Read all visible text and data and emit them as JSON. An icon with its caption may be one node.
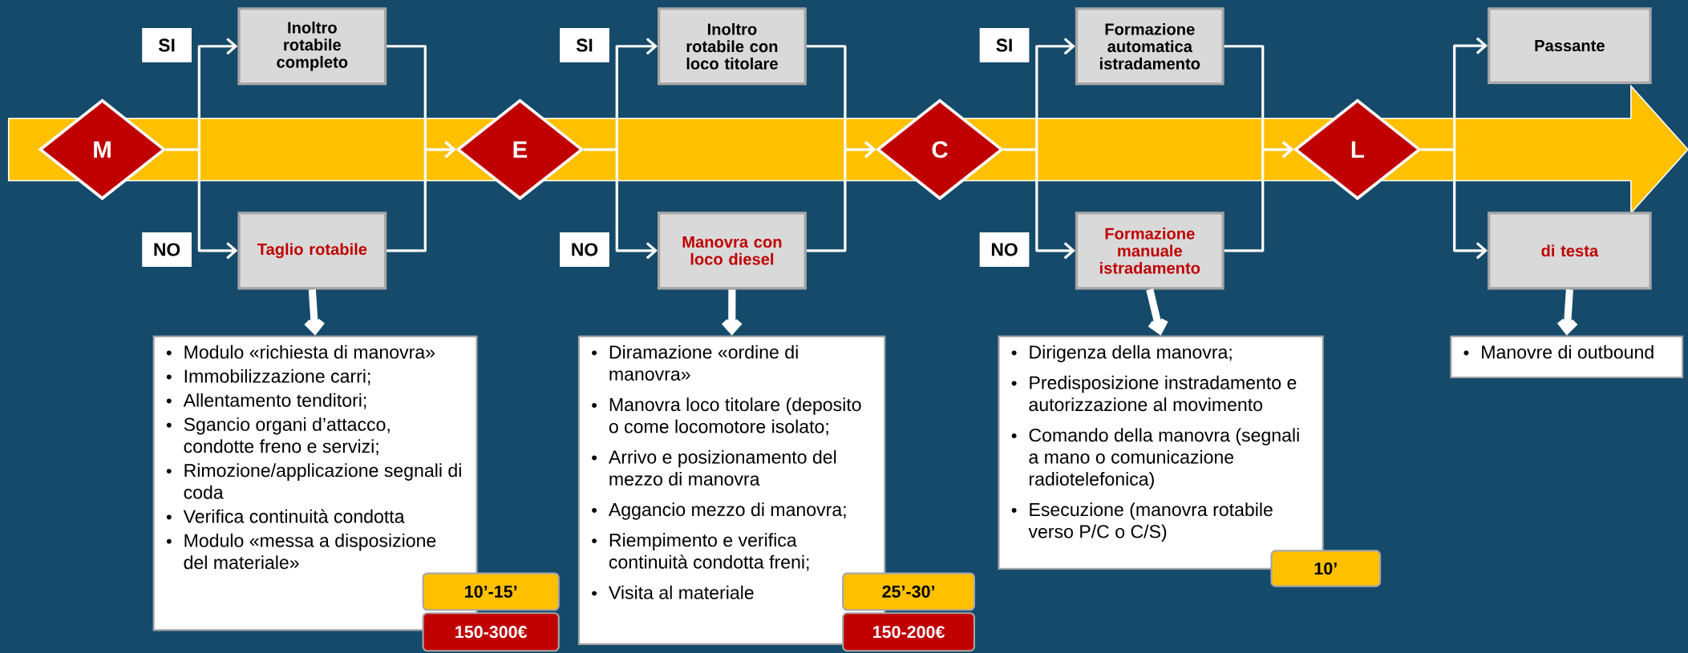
{
  "diagram": {
    "nodes": [
      {
        "text": [
          "M"
        ]
      },
      {
        "text": [
          "Inoltro rotabile completo"
        ]
      },
      {
        "text": [
          "Taglio rotabile"
        ]
      },
      {
        "text": [
          "E"
        ]
      },
      {
        "text": [
          "Inoltro rotabile con loco titolare"
        ]
      },
      {
        "text": [
          "Manovra con loco diesel"
        ]
      },
      {
        "text": [
          "C"
        ]
      },
      {
        "text": [
          "Formazione automatica istradamento"
        ]
      },
      {
        "text": [
          "Formazione manuale istradamento"
        ]
      },
      {
        "text": [
          "L"
        ]
      },
      {
        "text": [
          "Passante"
        ]
      },
      {
        "text": [
          "di testa"
        ]
      },
      {
        "text": [
          "Modulo «richiesta di manovra»",
          "Immobilizzazione carri;",
          "Allentamento tenditori;",
          "Sgancio organi d’attacco, condotte freno e servizi;",
          "Rimozione/applicazione segnali di coda",
          "Verifica continuità condotta",
          "Modulo «messa a disposizione del materiale»"
        ]
      },
      {
        "text": [
          "Diramazione «ordine di manovra»",
          "Manovra loco titolare (deposito o come locomotore isolato;",
          "Arrivo e posizionamento del mezzo di manovra",
          "Aggancio mezzo di manovra;",
          "Riempimento e verifica continuità condotta freni;",
          "Visita al materiale"
        ]
      },
      {
        "text": [
          "Dirigenza della manovra;",
          "Predisposizione instradamento e autorizzazione al movimento",
          "Comando della manovra (segnali a mano o comunicazione radiotelefonica)",
          "Esecuzione (manovra rotabile verso P/C o C/S)"
        ]
      },
      {
        "text": [
          "Manovre  di outbound"
        ]
      },
      {
        "text": [
          "10’-15’"
        ]
      },
      {
        "text": [
          "150-300€"
        ]
      },
      {
        "text": [
          "25’-30’"
        ]
      },
      {
        "text": [
          "150-200€"
        ]
      },
      {
        "text": [
          "10’"
        ]
      }
    ],
    "edges": [
      {
        "from": 0,
        "to": 1,
        "arrow": "to",
        "label": "SI"
      },
      {
        "from": 0,
        "to": 2,
        "arrow": "to",
        "label": "NO"
      },
      {
        "from": 1,
        "to": 3,
        "arrow": "to"
      },
      {
        "from": 2,
        "to": 3,
        "arrow": "to"
      },
      {
        "from": 3,
        "to": 4,
        "arrow": "to",
        "label": "SI"
      },
      {
        "from": 3,
        "to": 5,
        "arrow": "to",
        "label": "NO"
      },
      {
        "from": 4,
        "to": 6,
        "arrow": "to"
      },
      {
        "from": 5,
        "to": 6,
        "arrow": "to"
      },
      {
        "from": 6,
        "to": 7,
        "arrow": "to",
        "label": "SI"
      },
      {
        "from": 6,
        "to": 8,
        "arrow": "to",
        "label": "NO"
      },
      {
        "from": 7,
        "to": 9,
        "arrow": "to"
      },
      {
        "from": 8,
        "to": 9,
        "arrow": "to"
      },
      {
        "from": 9,
        "to": 10,
        "arrow": "to"
      },
      {
        "from": 9,
        "to": 11,
        "arrow": "to"
      },
      {
        "from": 2,
        "to": 12,
        "arrow": "to",
        "style": "thick"
      },
      {
        "from": 5,
        "to": 13,
        "arrow": "to",
        "style": "thick"
      },
      {
        "from": 8,
        "to": 14,
        "arrow": "to",
        "style": "thick"
      },
      {
        "from": 11,
        "to": 15,
        "arrow": "to",
        "style": "thick"
      }
    ]
  }
}
